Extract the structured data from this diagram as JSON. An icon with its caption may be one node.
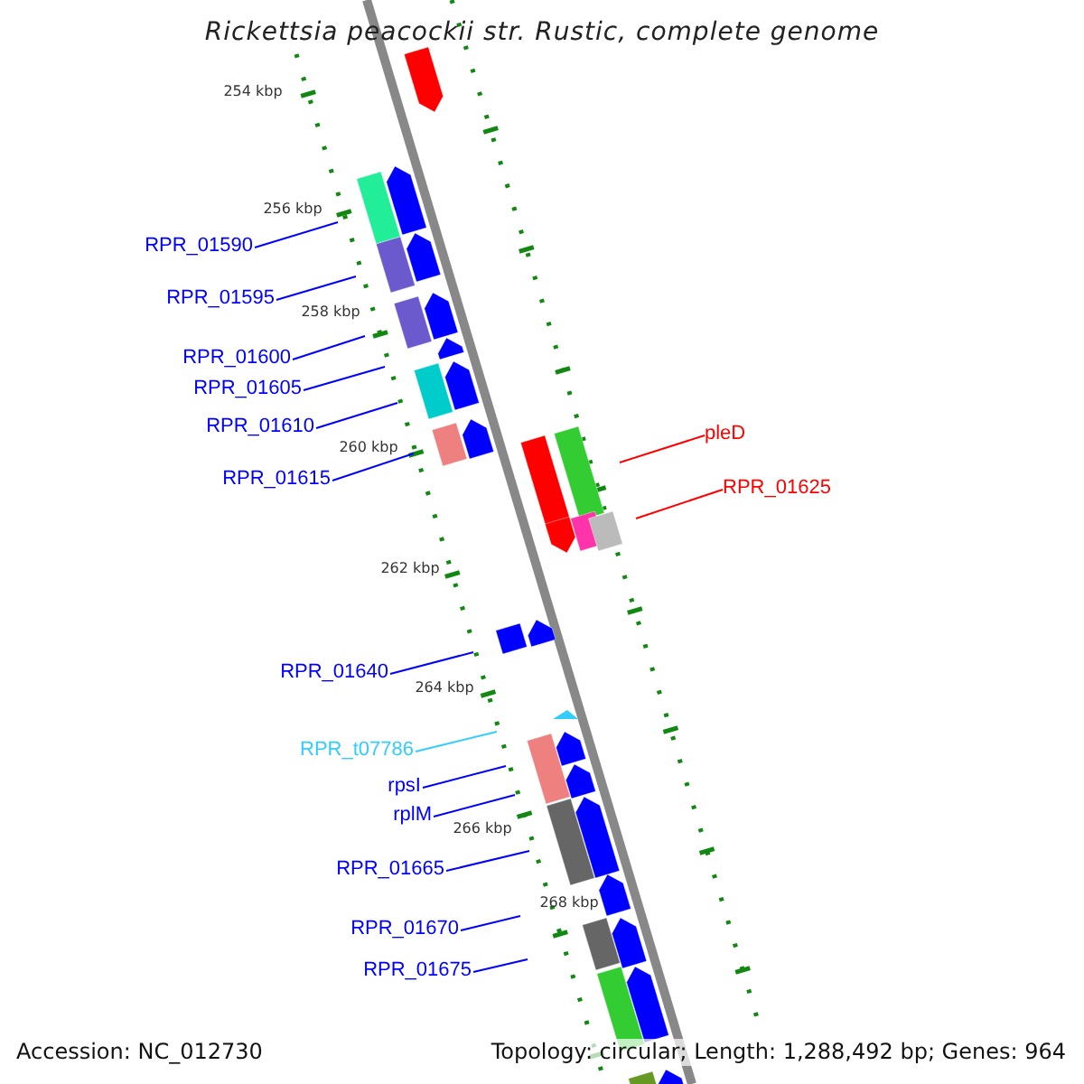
{
  "diagram": {
    "title": "Rickettsia peacockii str. Rustic, complete genome",
    "nodes": [
      {
        "text": [
          "RPR_01590"
        ]
      },
      {
        "text": [
          "RPR_01595"
        ]
      },
      {
        "text": [
          "RPR_01600"
        ]
      },
      {
        "text": [
          "RPR_01605"
        ]
      },
      {
        "text": [
          "RPR_01610"
        ]
      },
      {
        "text": [
          "pleD"
        ]
      },
      {
        "text": [
          "RPR_01615"
        ]
      },
      {
        "text": [
          "RPR_01625"
        ]
      },
      {
        "text": [
          "RPR_01640"
        ]
      },
      {
        "text": [
          "RPR_t07786"
        ]
      },
      {
        "text": [
          "rpsI"
        ]
      },
      {
        "text": [
          "rplM"
        ]
      },
      {
        "text": [
          "RPR_01665"
        ]
      },
      {
        "text": [
          "RPR_01670"
        ]
      },
      {
        "text": [
          "RPR_01675"
        ]
      }
    ],
    "edges": [
      {
        "from": 0,
        "to": null,
        "arrow": "none"
      },
      {
        "from": 1,
        "to": null,
        "arrow": "none"
      },
      {
        "from": 2,
        "to": null,
        "arrow": "none"
      },
      {
        "from": 3,
        "to": null,
        "arrow": "none"
      },
      {
        "from": 4,
        "to": null,
        "arrow": "none"
      },
      {
        "from": 5,
        "to": null,
        "arrow": "none",
        "color": "#ff0000"
      },
      {
        "from": 6,
        "to": null,
        "arrow": "none"
      },
      {
        "from": 7,
        "to": null,
        "arrow": "none",
        "color": "#ff0000"
      },
      {
        "from": 8,
        "to": null,
        "arrow": "none"
      },
      {
        "from": 9,
        "to": null,
        "arrow": "none",
        "color": "#33ccff"
      },
      {
        "from": 10,
        "to": null,
        "arrow": "none"
      },
      {
        "from": 11,
        "to": null,
        "arrow": "none"
      },
      {
        "from": 12,
        "to": null,
        "arrow": "none"
      },
      {
        "from": 13,
        "to": null,
        "arrow": "none"
      },
      {
        "from": 14,
        "to": null,
        "arrow": "none"
      }
    ],
    "labels": [
      "254 kbp",
      "256 kbp",
      "258 kbp",
      "260 kbp",
      "262 kbp",
      "264 kbp",
      "266 kbp",
      "268 kbp",
      "Accession: NC_012730",
      "Topology: circular; Length: 1,288,492 bp; Genes: 964"
    ]
  }
}
